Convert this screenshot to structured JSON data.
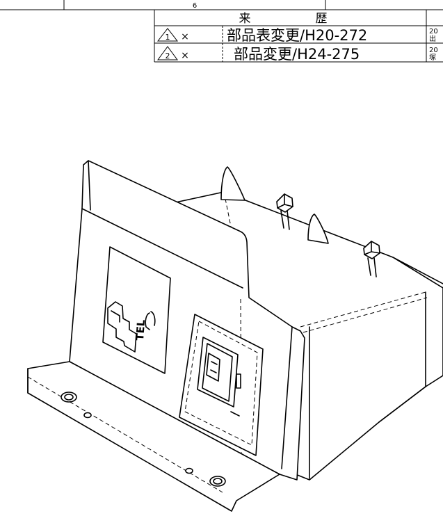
{
  "sheet": {
    "column_number": "6"
  },
  "history_table": {
    "heading_left": "来",
    "heading_right": "歴",
    "rows": [
      {
        "mark": "1",
        "suffix": "×",
        "description": "部品表変更/H20-272",
        "date_partial": "20",
        "note_partial": "出"
      },
      {
        "mark": "2",
        "suffix": "×",
        "description": "部品変更/H24-275",
        "date_partial": "20",
        "note_partial": "塚"
      }
    ]
  },
  "faceplate": {
    "jack_label": "TEL"
  }
}
